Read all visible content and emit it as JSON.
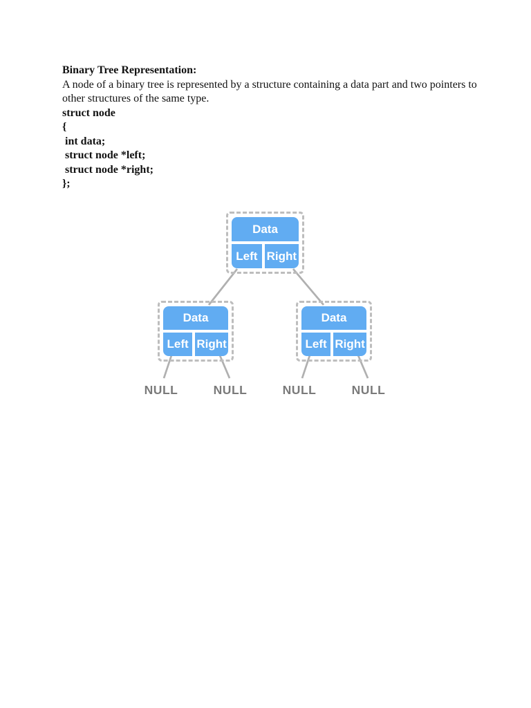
{
  "document": {
    "heading": "Binary Tree Representation:",
    "paragraph_lines": [
      "A node of a binary tree is represented by a structure containing a data part and two pointers to",
      "other structures of the same type."
    ],
    "code_lines": [
      "struct node",
      "{",
      " int data;",
      " struct node *left;",
      " struct node *right;",
      "};"
    ]
  },
  "diagram": {
    "nodes": [
      {
        "data": "Data",
        "left": "Left",
        "right": "Right"
      },
      {
        "data": "Data",
        "left": "Left",
        "right": "Right"
      },
      {
        "data": "Data",
        "left": "Left",
        "right": "Right"
      }
    ],
    "null_labels": [
      "NULL",
      "NULL",
      "NULL",
      "NULL"
    ],
    "colors": {
      "node_fill": "#61acf2",
      "node_text": "#ffffff",
      "dashed_border": "#bdbdbd",
      "connector_line": "#b0b0b0",
      "null_text": "#7a7a7a"
    }
  }
}
